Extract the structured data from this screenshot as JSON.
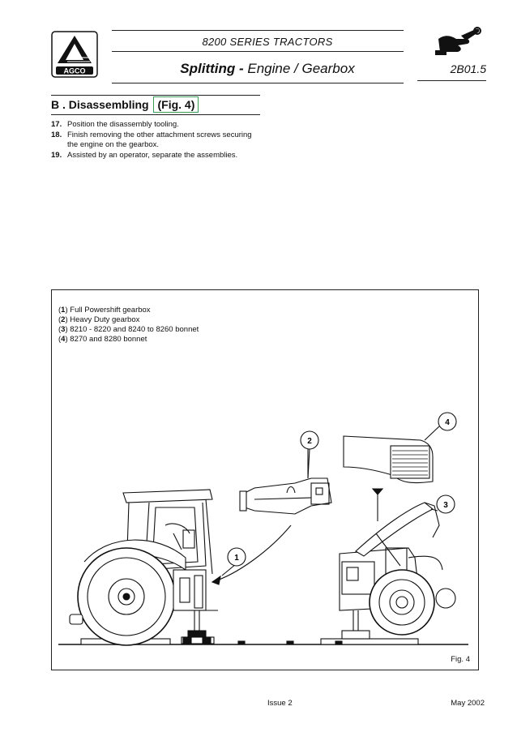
{
  "header": {
    "logo_text": "AGCO",
    "series_title": "8200  SERIES  TRACTORS",
    "title_bold": "Splitting",
    "title_sep": " - ",
    "title_rest": "Engine / Gearbox",
    "doc_code": "2B01.5",
    "wrench_icon": "hand-wrench-icon"
  },
  "section": {
    "heading": "B . Disassembling",
    "fig_ref": "(Fig. 4)"
  },
  "steps": [
    {
      "num": "17.",
      "text": "Position the disassembly tooling."
    },
    {
      "num": "18.",
      "text": "Finish removing the other attachment screws securing the engine on the gearbox."
    },
    {
      "num": "19.",
      "text": "Assisted by an operator, separate the assemblies."
    }
  ],
  "figure": {
    "legend": [
      {
        "num": "1",
        "text": "Full Powershift gearbox"
      },
      {
        "num": "2",
        "text": "Heavy Duty gearbox"
      },
      {
        "num": "3",
        "text": "8210 - 8220 and 8240 to 8260 bonnet"
      },
      {
        "num": "4",
        "text": "8270 and 8280 bonnet"
      }
    ],
    "callouts": [
      "1",
      "2",
      "3",
      "4"
    ],
    "label": "Fig. 4"
  },
  "footer": {
    "issue": "Issue 2",
    "date": "May 2002"
  }
}
